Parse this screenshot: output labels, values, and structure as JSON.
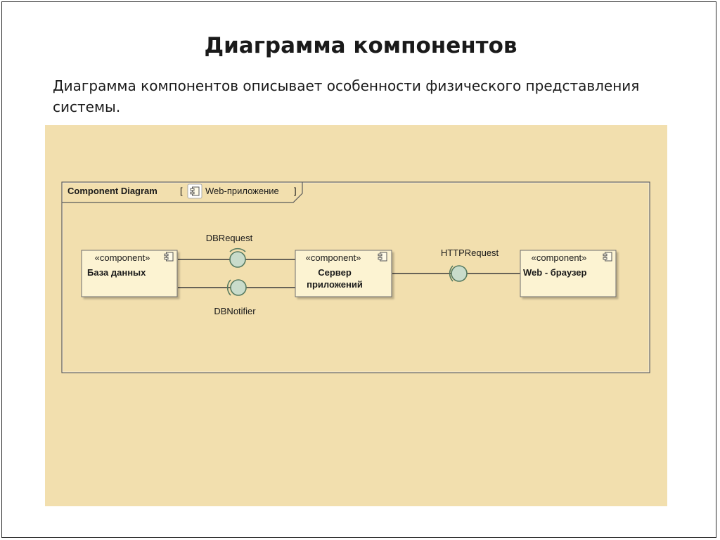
{
  "slide": {
    "title": "Диаграмма компонентов",
    "text": "Диаграмма компонентов описывает особенности физического представления системы."
  },
  "diagram": {
    "frame": {
      "label_kind": "Component Diagram",
      "bracket_open": "[",
      "context_icon": "component-icon",
      "context_name": "Web-приложение",
      "bracket_close": "]"
    },
    "components": [
      {
        "stereotype": "«component»",
        "name_lines": [
          "База данных"
        ],
        "icon": "component-icon"
      },
      {
        "stereotype": "«component»",
        "name_lines": [
          "Сервер",
          "приложений"
        ],
        "icon": "component-icon"
      },
      {
        "stereotype": "«component»",
        "name_lines": [
          "Web - браузер"
        ],
        "icon": "component-icon"
      }
    ],
    "interfaces": [
      {
        "name": "DBRequest"
      },
      {
        "name": "DBNotifier"
      },
      {
        "name": "HTTPRequest"
      }
    ]
  },
  "colors": {
    "canvas_background": "#f2dfae",
    "component_fill": "#fcf3d2",
    "interface_fill": "#c9dccb",
    "interface_stroke": "#567a60",
    "line": "#3a3a3a"
  }
}
